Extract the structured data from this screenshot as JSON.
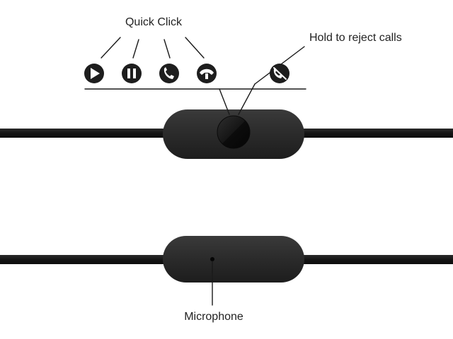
{
  "labels": {
    "quick_click": "Quick Click",
    "hold_to_reject": "Hold to reject calls",
    "microphone": "Microphone"
  },
  "icons": {
    "quick_click": [
      "play-icon",
      "pause-icon",
      "phone-answer-icon",
      "hang-up-icon"
    ],
    "hold": "reject-call-icon"
  },
  "colors": {
    "cable": "#1b1b1b",
    "body": "#2e2e2e",
    "button": "#161616",
    "icon": "#1e1e1e",
    "icon_glyph": "#ffffff",
    "text": "#222222"
  }
}
